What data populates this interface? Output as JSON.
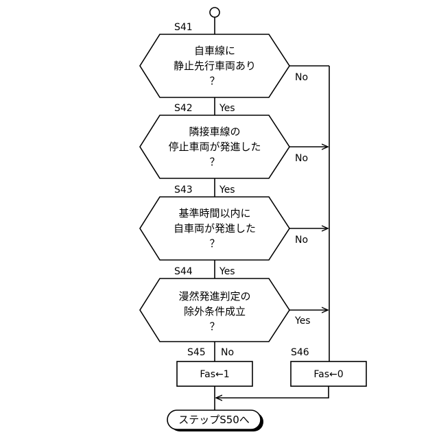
{
  "steps": [
    {
      "id": "S41",
      "lines": [
        "自車線に",
        "静止先行車両あり",
        "？"
      ],
      "down_label": "Yes",
      "right_label": "No"
    },
    {
      "id": "S42",
      "lines": [
        "隣接車線の",
        "停止車両が発進した",
        "？"
      ],
      "down_label": "Yes",
      "right_label": "No"
    },
    {
      "id": "S43",
      "lines": [
        "基準時間以内に",
        "自車両が発進した",
        "？"
      ],
      "down_label": "Yes",
      "right_label": "No"
    },
    {
      "id": "S44",
      "lines": [
        "漫然発進判定の",
        "除外条件成立",
        "？"
      ],
      "down_label": "No",
      "right_label": "Yes"
    }
  ],
  "boxes": [
    {
      "id": "S45",
      "text": "Fas←1"
    },
    {
      "id": "S46",
      "text": "Fas←0"
    }
  ],
  "terminal": {
    "text": "ステップS50へ"
  },
  "colors": {
    "stroke": "#000000",
    "background": "#ffffff"
  }
}
